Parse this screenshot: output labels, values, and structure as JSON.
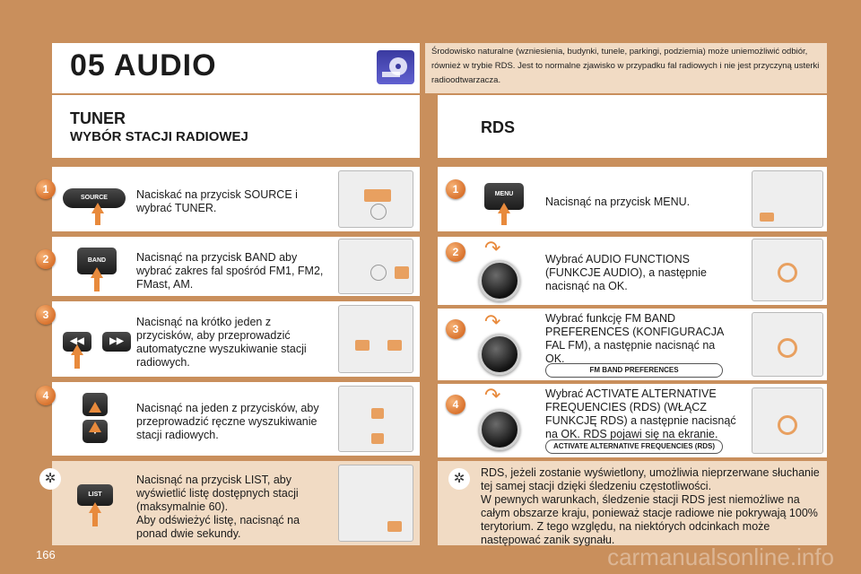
{
  "header": {
    "chapter_title": "05 AUDIO",
    "note": "Środowisko naturalne (wzniesienia, budynki, tunele, parkingi, podziemia) może uniemożliwić odbiór, również w trybie RDS. Jest to normalne zjawisko w przypadku fal radiowych i nie jest przyczyną usterki radioodtwarzacza."
  },
  "tuner": {
    "title": "TUNER",
    "subtitle": "WYBÓR STACJI RADIOWEJ",
    "steps": [
      {
        "num": "1",
        "text": "Naciskać na przycisk SOURCE i wybrać TUNER.",
        "button": "SOURCE"
      },
      {
        "num": "2",
        "text": "Nacisnąć na przycisk BAND aby wybrać zakres fal spośród FM1, FM2, FMast, AM.",
        "button": "BAND"
      },
      {
        "num": "3",
        "text": "Nacisnąć na krótko jeden z przycisków, aby przeprowadzić automatyczne wyszukiwanie stacji radiowych."
      },
      {
        "num": "4",
        "text": "Nacisnąć na jeden z przycisków, aby przeprowadzić ręczne wyszukiwanie stacji radiowych."
      }
    ],
    "tip": {
      "text": "Nacisnąć na przycisk LIST, aby wyświetlić listę dostępnych stacji (maksymalnie 60).\nAby odświeżyć listę, nacisnąć na ponad dwie sekundy.",
      "button": "LIST"
    }
  },
  "rds": {
    "title": "RDS",
    "steps": [
      {
        "num": "1",
        "text": "Nacisnąć na przycisk MENU.",
        "button": "MENU"
      },
      {
        "num": "2",
        "text": "Wybrać AUDIO FUNCTIONS (FUNKCJE AUDIO), a następnie nacisnąć na OK."
      },
      {
        "num": "3",
        "text": "Wybrać funkcję FM BAND PREFERENCES (KONFIGURACJA FAL FM), a następnie nacisnąć na OK.",
        "pill": "FM BAND PREFERENCES"
      },
      {
        "num": "4",
        "text": "Wybrać ACTIVATE ALTERNATIVE FREQUENCIES (RDS) (WŁĄCZ FUNKCJĘ RDS) a następnie nacisnąć na OK. RDS pojawi się na ekranie.",
        "pill": "ACTIVATE ALTERNATIVE FREQUENCIES (RDS)"
      }
    ],
    "tip": {
      "text": "RDS, jeżeli zostanie wyświetlony, umożliwia nieprzerwane słuchanie tej samej stacji dzięki śledzeniu częstotliwości.\nW pewnych warunkach, śledzenie stacji RDS jest niemożliwe na całym obszarze kraju, ponieważ stacje radiowe nie pokrywają 100% terytorium. Z tego względu, na niektórych odcinkach może następować zanik sygnału."
    }
  },
  "footer": {
    "page_number": "166",
    "watermark": "carmanualsonline.info"
  },
  "colors": {
    "background": "#c98f5c",
    "panel": "#f1dbc4",
    "accent": "#e88a3c"
  }
}
